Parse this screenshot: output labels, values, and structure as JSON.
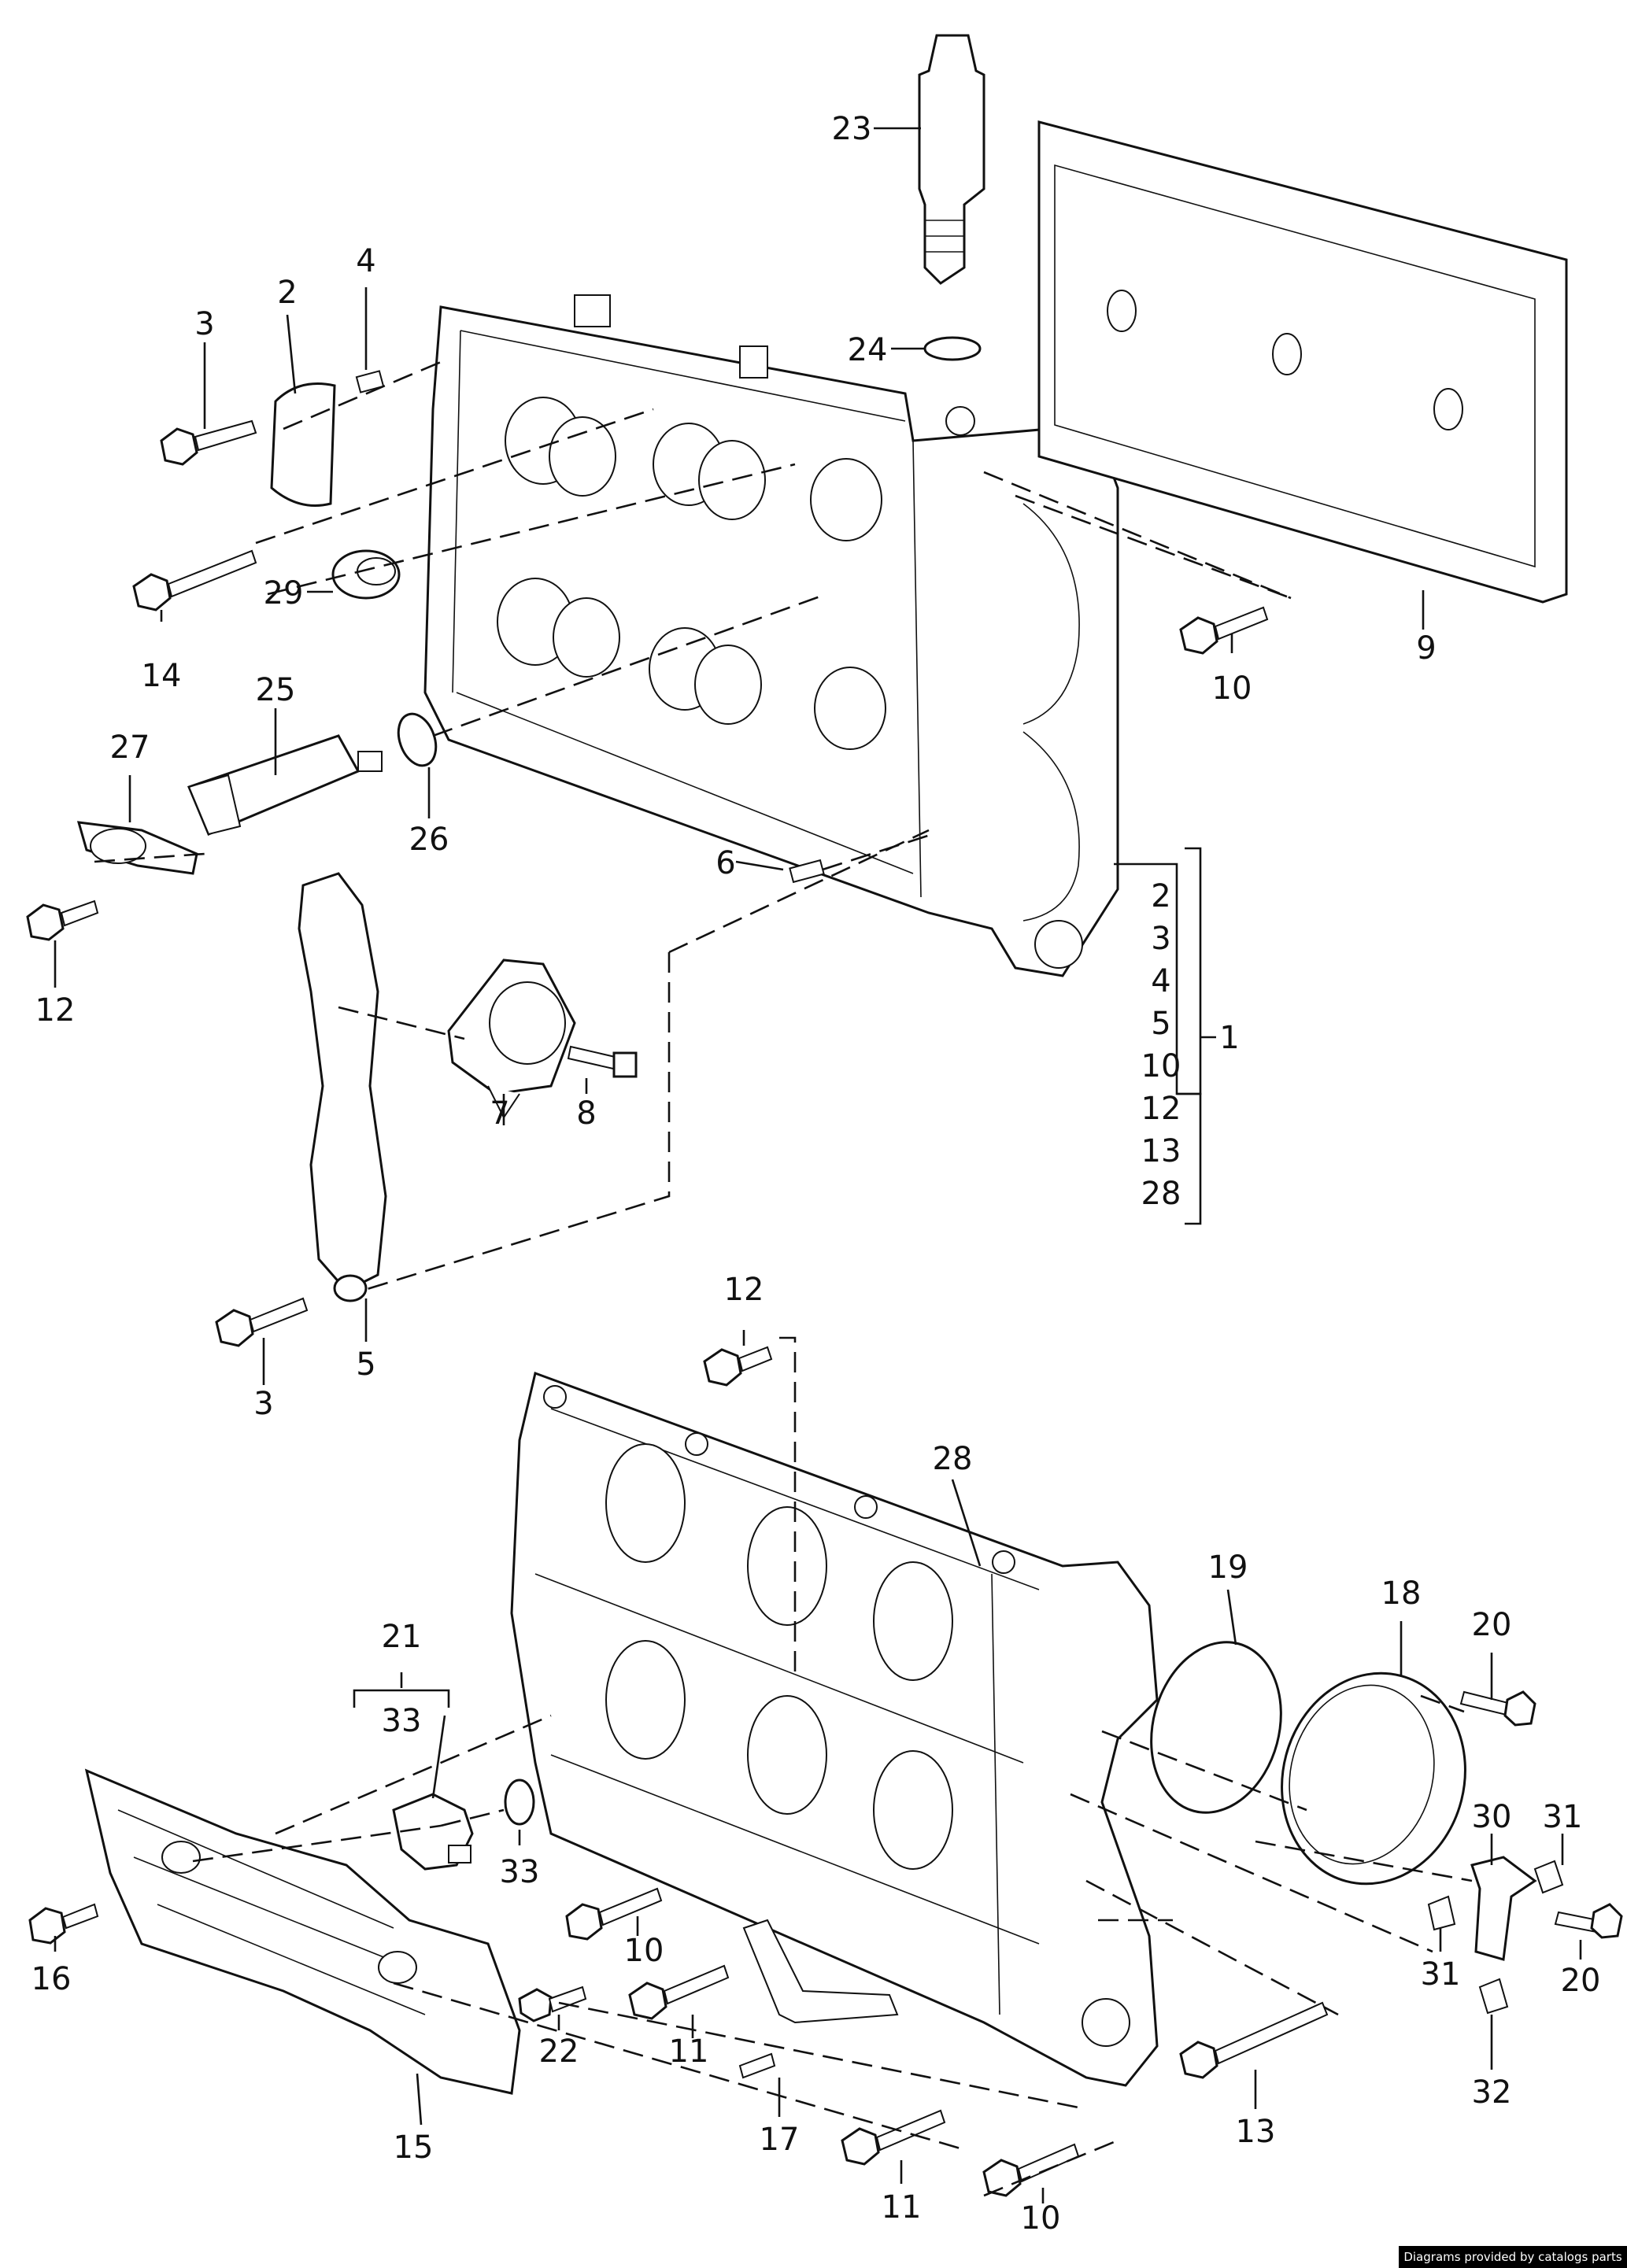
{
  "callouts": {
    "c1": "1",
    "c2": "2",
    "c3": "3",
    "c3b": "3",
    "c4": "4",
    "c5": "5",
    "c6": "6",
    "c7": "7",
    "c8": "8",
    "c9": "9",
    "c10a": "10",
    "c10b": "10",
    "c10c": "10",
    "c11a": "11",
    "c11b": "11",
    "c12a": "12",
    "c12b": "12",
    "c13": "13",
    "c14": "14",
    "c15": "15",
    "c16": "16",
    "c17": "17",
    "c18": "18",
    "c19": "19",
    "c20a": "20",
    "c20b": "20",
    "c21": "21",
    "c22": "22",
    "c23": "23",
    "c24": "24",
    "c25": "25",
    "c26": "26",
    "c27": "27",
    "c28": "28",
    "c29": "29",
    "c30": "30",
    "c31a": "31",
    "c31b": "31",
    "c32": "32",
    "c33a": "33",
    "c33b": "33"
  },
  "kit_list": [
    "2",
    "3",
    "4",
    "5",
    "10",
    "12",
    "13",
    "28"
  ],
  "credit": "Diagrams provided by catalogs parts"
}
